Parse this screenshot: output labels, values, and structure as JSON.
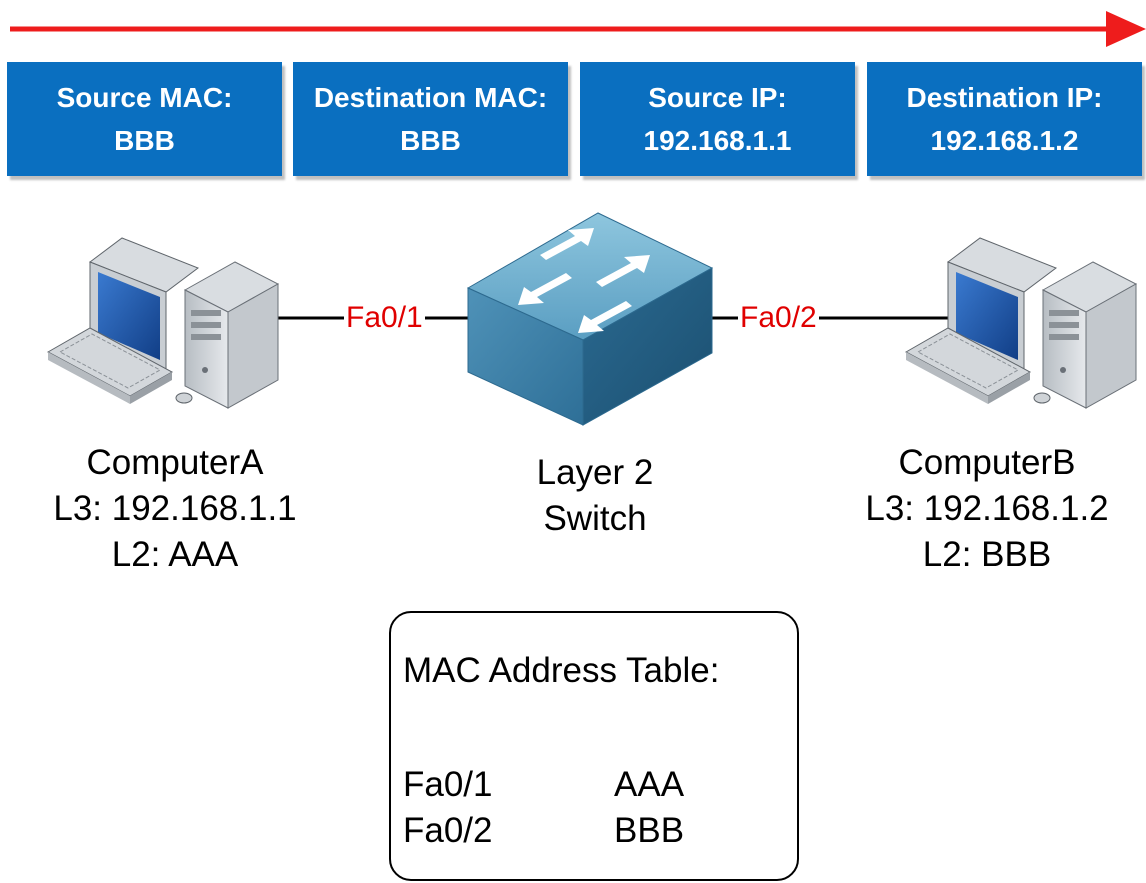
{
  "colors": {
    "header_bg": "#0a6fc0",
    "arrow": "#ee1c1c",
    "port_label": "#e00000"
  },
  "headers": [
    {
      "line1": "Source MAC:",
      "line2": "BBB"
    },
    {
      "line1": "Destination MAC:",
      "line2": "BBB"
    },
    {
      "line1": "Source IP:",
      "line2": "192.168.1.1"
    },
    {
      "line1": "Destination IP:",
      "line2": "192.168.1.2"
    }
  ],
  "computer_a": {
    "icon": "computer-icon",
    "name": "ComputerA",
    "l3": "L3: 192.168.1.1",
    "l2": "L2: AAA"
  },
  "computer_b": {
    "icon": "computer-icon",
    "name": "ComputerB",
    "l3": "L3: 192.168.1.2",
    "l2": "L2: BBB"
  },
  "switch": {
    "icon": "switch-icon",
    "line1": "Layer 2",
    "line2": "Switch"
  },
  "ports": {
    "left": "Fa0/1",
    "right": "Fa0/2"
  },
  "mac_table": {
    "title": "MAC Address Table:",
    "rows": [
      {
        "port": "Fa0/1",
        "mac": "AAA"
      },
      {
        "port": "Fa0/2",
        "mac": "BBB"
      }
    ]
  }
}
